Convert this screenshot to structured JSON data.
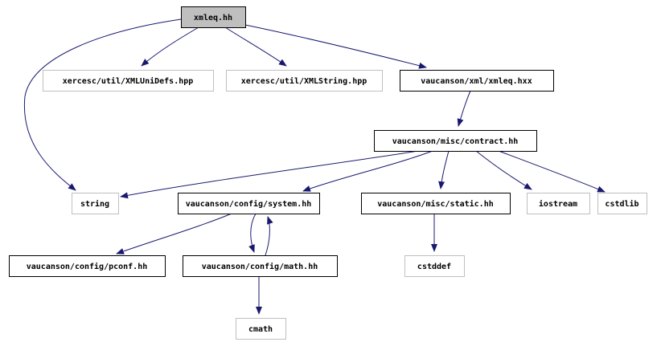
{
  "diagram": {
    "nodes": [
      {
        "id": "xmleq_hh",
        "label": "xmleq.hh",
        "role": "root"
      },
      {
        "id": "xmlunidefs",
        "label": "xercesc/util/XMLUniDefs.hpp",
        "role": "external"
      },
      {
        "id": "xmlstring",
        "label": "xercesc/util/XMLString.hpp",
        "role": "external"
      },
      {
        "id": "xmleq_hxx",
        "label": "vaucanson/xml/xmleq.hxx",
        "role": "internal"
      },
      {
        "id": "contract",
        "label": "vaucanson/misc/contract.hh",
        "role": "internal"
      },
      {
        "id": "string",
        "label": "string",
        "role": "external"
      },
      {
        "id": "system",
        "label": "vaucanson/config/system.hh",
        "role": "internal"
      },
      {
        "id": "static",
        "label": "vaucanson/misc/static.hh",
        "role": "internal"
      },
      {
        "id": "iostream",
        "label": "iostream",
        "role": "external"
      },
      {
        "id": "cstdlib",
        "label": "cstdlib",
        "role": "external"
      },
      {
        "id": "pconf",
        "label": "vaucanson/config/pconf.hh",
        "role": "internal"
      },
      {
        "id": "math",
        "label": "vaucanson/config/math.hh",
        "role": "internal"
      },
      {
        "id": "cstddef",
        "label": "cstddef",
        "role": "external"
      },
      {
        "id": "cmath",
        "label": "cmath",
        "role": "external"
      }
    ],
    "edges": [
      {
        "from": "xmleq_hh",
        "to": "xmlunidefs"
      },
      {
        "from": "xmleq_hh",
        "to": "xmlstring"
      },
      {
        "from": "xmleq_hh",
        "to": "xmleq_hxx"
      },
      {
        "from": "xmleq_hh",
        "to": "string"
      },
      {
        "from": "xmleq_hxx",
        "to": "contract"
      },
      {
        "from": "contract",
        "to": "string"
      },
      {
        "from": "contract",
        "to": "system"
      },
      {
        "from": "contract",
        "to": "static"
      },
      {
        "from": "contract",
        "to": "iostream"
      },
      {
        "from": "contract",
        "to": "cstdlib"
      },
      {
        "from": "system",
        "to": "pconf"
      },
      {
        "from": "system",
        "to": "math"
      },
      {
        "from": "math",
        "to": "system"
      },
      {
        "from": "static",
        "to": "cstddef"
      },
      {
        "from": "math",
        "to": "cmath"
      }
    ],
    "colors": {
      "root_fill": "#bfbfbf",
      "node_fill": "#ffffff",
      "internal_border": "#000000",
      "external_border": "#bfbfbf",
      "edge": "#191970"
    }
  }
}
